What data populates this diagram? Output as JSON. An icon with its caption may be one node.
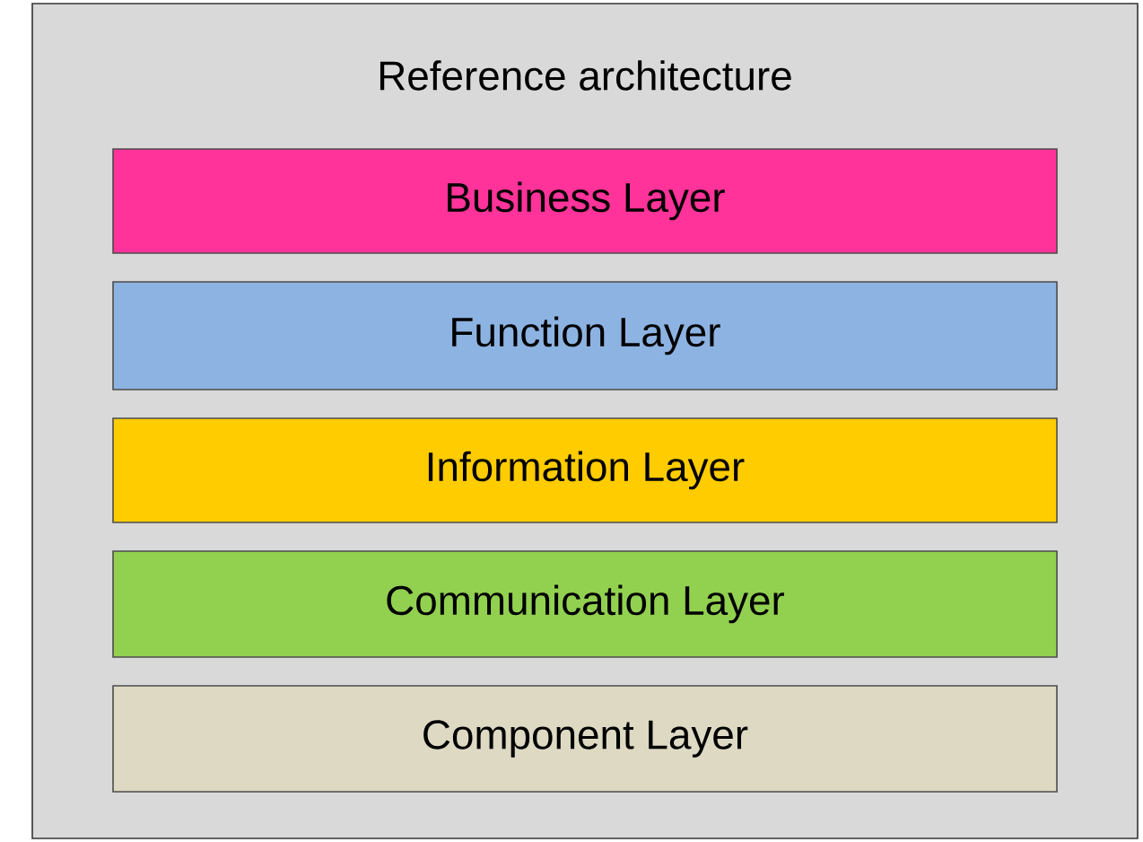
{
  "diagram": {
    "nodes": [
      {
        "text": [
          "Reference architecture"
        ]
      },
      {
        "text": [
          "Business Layer"
        ],
        "in": 0
      },
      {
        "text": [
          "Function Layer"
        ],
        "in": 0
      },
      {
        "text": [
          "Information Layer"
        ],
        "in": 0
      },
      {
        "text": [
          "Communication Layer"
        ],
        "in": 0
      },
      {
        "text": [
          "Component Layer"
        ],
        "in": 0
      }
    ]
  }
}
